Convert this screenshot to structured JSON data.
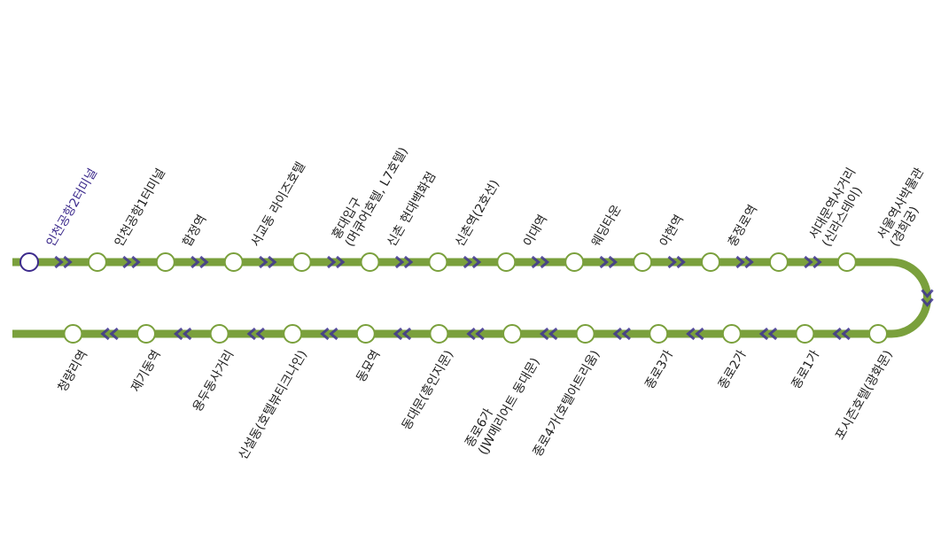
{
  "route": {
    "line_color": "#7aa03c",
    "arrow_color": "#3f3490",
    "current_color": "#3c2a8c",
    "top_row": [
      {
        "name": "인천공항2터미널",
        "current": true
      },
      {
        "name": "인천공항1터미널"
      },
      {
        "name": "합정역"
      },
      {
        "name": "서교동 라이즈호텔"
      },
      {
        "name": "홍대입구",
        "sub": "(머큐어호텔, L7호텔)"
      },
      {
        "name": "신촌 현대백화점"
      },
      {
        "name": "신촌역(2호선)"
      },
      {
        "name": "이대역"
      },
      {
        "name": "웨딩타운"
      },
      {
        "name": "아현역"
      },
      {
        "name": "충정로역"
      },
      {
        "name": "서대문역사거리",
        "sub": "(신라스테이)"
      },
      {
        "name": "서울역사박물관",
        "sub": "(경희궁)"
      }
    ],
    "bottom_row": [
      {
        "name": "포시즌호텔(광화문)"
      },
      {
        "name": "종로1가"
      },
      {
        "name": "종로2가"
      },
      {
        "name": "종로3가"
      },
      {
        "name": "종로4가(호텔아트리움)"
      },
      {
        "name": "종로6가",
        "sub": "(JW메리어트 동대문)"
      },
      {
        "name": "동대문(흥인지문)"
      },
      {
        "name": "동묘역"
      },
      {
        "name": "신설동(호텔뷰티크나인)"
      },
      {
        "name": "용두동사거리"
      },
      {
        "name": "제기동역"
      },
      {
        "name": "청량리역"
      }
    ]
  }
}
